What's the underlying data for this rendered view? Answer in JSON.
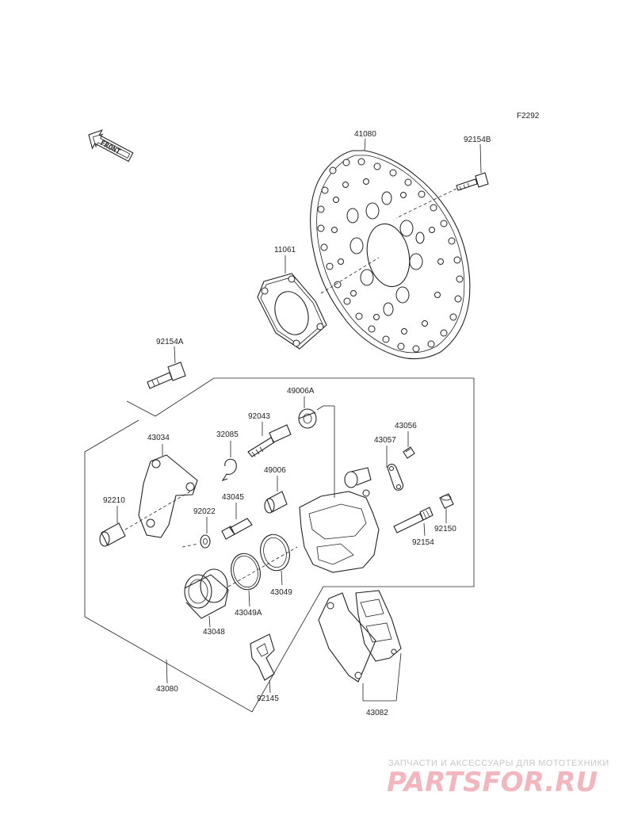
{
  "figure_code": "F2292",
  "front_arrow_label": "FRONT",
  "labels": {
    "p41080": "41080",
    "p92154B": "92154B",
    "p11061": "11061",
    "p92154A": "92154A",
    "p49006A": "49006A",
    "p92043": "92043",
    "p43034": "43034",
    "p32085": "32085",
    "p43056": "43056",
    "p43057": "43057",
    "p49006": "49006",
    "p92210": "92210",
    "p43045": "43045",
    "p92022": "92022",
    "p92150": "92150",
    "p92154": "92154",
    "p43049": "43049",
    "p43049A": "43049A",
    "p43048": "43048",
    "p43080": "43080",
    "p92145": "92145",
    "p43082": "43082"
  },
  "watermark": {
    "line1": "ЗАПЧАСТИ И АКСЕССУАРЫ ДЛЯ МОТОТЕХНИКИ",
    "line2": "PARTSFOR.RU"
  }
}
